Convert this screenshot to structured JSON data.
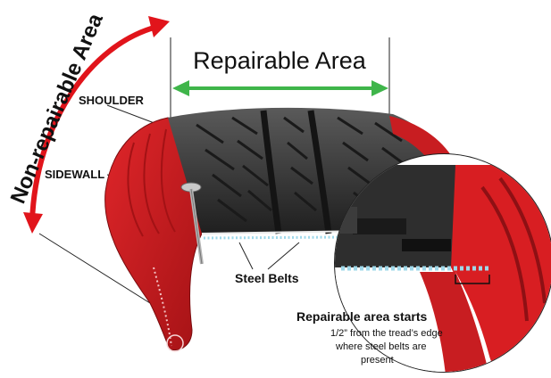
{
  "labels": {
    "repairable_area": "Repairable Area",
    "non_repairable_area": "Non-repairable Area",
    "shoulder": "SHOULDER",
    "sidewall": "SIDEWALL",
    "steel_belts": "Steel Belts",
    "repairable_starts_title": "Repairable area starts",
    "repairable_starts_line1": "1/2” from the tread’s edge",
    "repairable_starts_line2": "where steel belts are",
    "repairable_starts_line3": "present"
  },
  "colors": {
    "sidewall_red": "#d81e22",
    "dark_red": "#8e1014",
    "tread_dark": "#2b2b2b",
    "tread_mid": "#4a4a4a",
    "green_arrow": "#3fb54a",
    "red_arrow": "#e1141b",
    "belt_dots": "#9fd8ea"
  },
  "icons": {
    "nail": "nail-icon"
  }
}
